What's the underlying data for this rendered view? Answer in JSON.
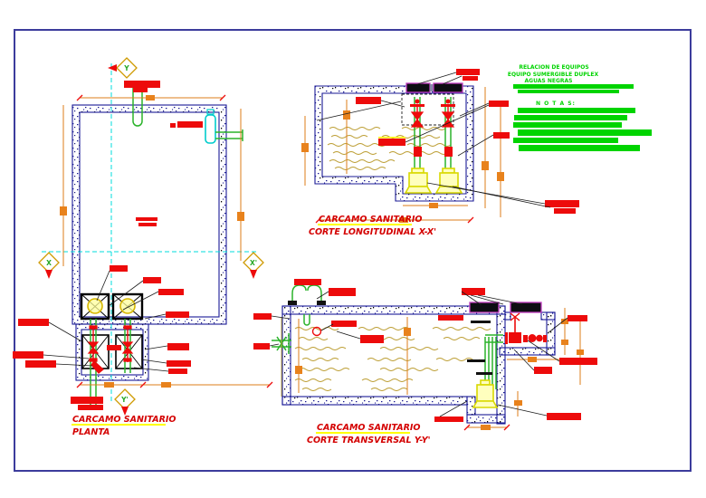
{
  "drawing": {
    "views": {
      "plan": {
        "title": "CARCAMO SANITARIO",
        "subtitle": "PLANTA"
      },
      "longitudinal_section": {
        "title": "CARCAMO SANITARIO",
        "subtitle": "CORTE LONGITUDINAL X-X'"
      },
      "transversal_section": {
        "title": "CARCAMO SANITARIO",
        "subtitle": "CORTE TRANSVERSAL Y-Y'"
      }
    },
    "equipment_schedule": {
      "heading": "RELACION DE EQUIPOS",
      "line1": "EQUIPO SUMERGIBLE DUPLEX",
      "line2": "AGUAS NEGRAS",
      "notes_heading": "N O T A S:"
    },
    "section_markers": {
      "y_top": "Y",
      "y_bottom": "Y'",
      "x_left": "X",
      "x_right": "X'"
    },
    "colors": {
      "label_red": "#ed0b0b",
      "title_red": "#d40000",
      "underline_yellow": "#ffff00",
      "notes_green": "#00d400",
      "pipe_green": "#2ab32a",
      "centerline_cyan": "#00dede",
      "dimension_orange": "#e8821c",
      "wall_navy": "#1a1a96",
      "hatch_cover_magenta": "#c03cc0",
      "pump_yellow": "#d9d900",
      "water_tan": "#bb9c2f",
      "frame_blue": "#3c3c9c"
    }
  }
}
